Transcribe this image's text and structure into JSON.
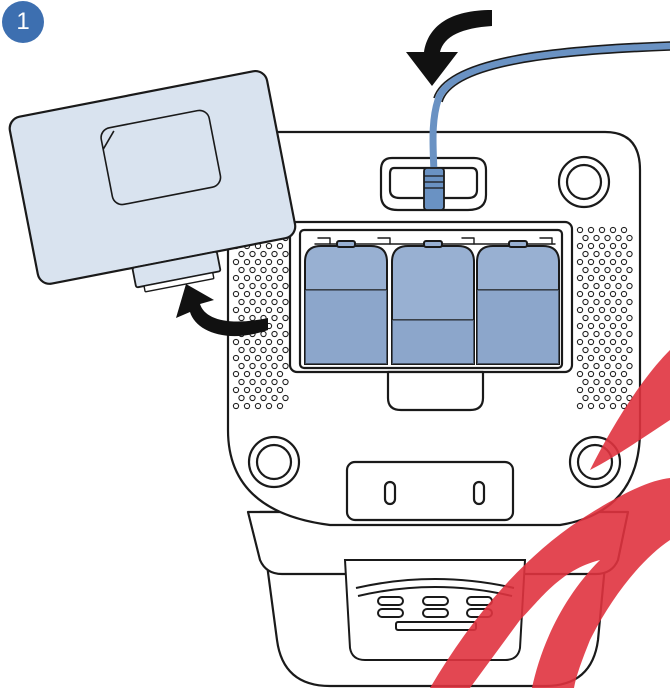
{
  "step": {
    "number": "1"
  },
  "colors": {
    "badge": "#3d6fb0",
    "battery": "#98b0d2",
    "battery_band": "#7f9cc4",
    "cover": "#d9e3ef",
    "cable": "#6a92c3",
    "watermark": "#e0333f",
    "outline": "#1a1a1a"
  },
  "parts": {
    "battery_cover": "battery-cover",
    "batteries": [
      "battery-left",
      "battery-middle",
      "battery-right"
    ],
    "power_cable": "power-cable",
    "arrows": [
      "arrow-insert-cable",
      "arrow-remove-cover"
    ]
  }
}
